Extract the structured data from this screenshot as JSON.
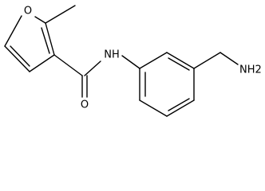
{
  "structure": {
    "atoms": {
      "ring_oxygen": "O",
      "amide_nitrogen": "NH",
      "carbonyl_oxygen": "O",
      "amine_group": "NH2"
    }
  }
}
